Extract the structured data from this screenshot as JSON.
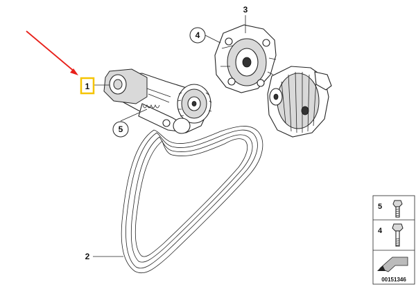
{
  "diagram": {
    "callouts": [
      {
        "id": "1",
        "label": "1"
      },
      {
        "id": "2",
        "label": "2"
      },
      {
        "id": "3",
        "label": "3"
      },
      {
        "id": "4",
        "label": "4"
      },
      {
        "id": "5",
        "label": "5"
      }
    ],
    "fastener_table": [
      {
        "label": "5"
      },
      {
        "label": "4"
      }
    ],
    "image_code": "00151346"
  },
  "colors": {
    "highlight_box": "#f5c400",
    "arrow": "#e8201a",
    "line": "#222222"
  }
}
